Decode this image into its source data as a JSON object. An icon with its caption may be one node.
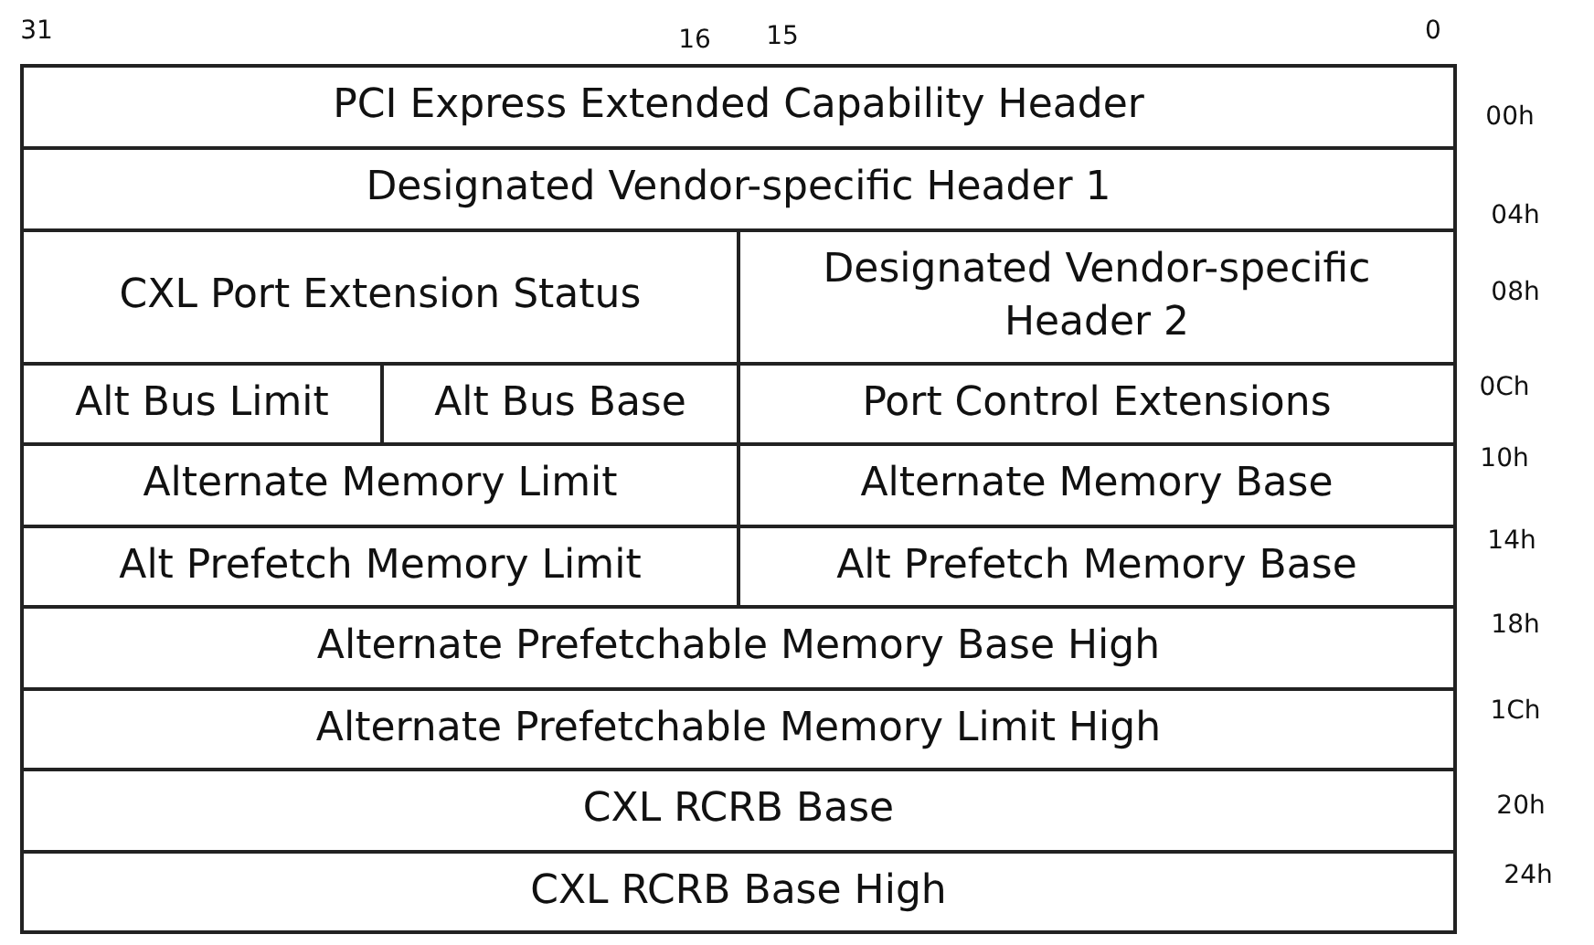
{
  "diagram": {
    "nodes": [
      {
        "text": [
          "PCI Express Extended Capability Header"
        ]
      },
      {
        "text": [
          "Designated Vendor-specific Header 1"
        ]
      },
      {
        "text": [
          "CXL Port Extension Status"
        ]
      },
      {
        "text": [
          "Designated Vendor-specific Header 2"
        ]
      },
      {
        "text": [
          "Alt Bus Limit"
        ]
      },
      {
        "text": [
          "Alt Bus Base"
        ]
      },
      {
        "text": [
          "Port Control Extensions"
        ]
      },
      {
        "text": [
          "Alternate Memory Limit"
        ]
      },
      {
        "text": [
          "Alternate Memory Base"
        ]
      },
      {
        "text": [
          "Alt Prefetch Memory Limit"
        ]
      },
      {
        "text": [
          "Alt Prefetch Memory Base"
        ]
      },
      {
        "text": [
          "Alternate Prefetchable Memory Base High"
        ]
      },
      {
        "text": [
          "Alternate Prefetchable Memory Limit High"
        ]
      },
      {
        "text": [
          "CXL RCRB Base"
        ]
      },
      {
        "text": [
          "CXL RCRB Base High"
        ]
      }
    ],
    "labels": [
      "31",
      "16",
      "15",
      "0",
      "00h",
      "04h",
      "08h",
      "0Ch",
      "10h",
      "14h",
      "18h",
      "1Ch",
      "20h",
      "24h"
    ]
  }
}
